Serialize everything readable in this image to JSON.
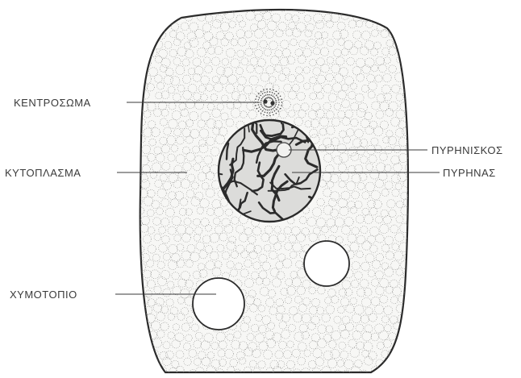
{
  "diagram": {
    "labels": {
      "centrosome": "ΚΕΝΤΡΟΣΩΜΑ",
      "cytoplasm": "ΚΥΤΟΠΛΑΣΜΑ",
      "vacuole": "ΧΥΜΟΤΟΠΙΟ",
      "nucleolus": "ΠΥΡΗΝΙΣΚΟΣ",
      "nucleus": "ΠΥΡΗΝΑΣ"
    }
  }
}
